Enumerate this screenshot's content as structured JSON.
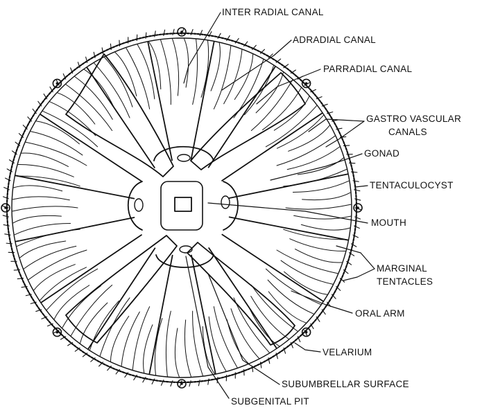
{
  "labels": {
    "inter_radial_canal": "INTER RADIAL CANAL",
    "adradial_canal": "ADRADIAL CANAL",
    "parradial_canal": "PARRADIAL CANAL",
    "gastro_vascular_line1": "GASTRO VASCULAR",
    "gastro_vascular_line2": "CANALS",
    "gonad": "GONAD",
    "tentaculocyst": "TENTACULOCYST",
    "mouth": "MOUTH",
    "marginal_line1": "MARGINAL",
    "marginal_line2": "TENTACLES",
    "oral_arm": "ORAL ARM",
    "velarium": "VELARIUM",
    "subumbrellar_surface": "SUBUMBRELLAR SURFACE",
    "subgenital_pit": "SUBGENITAL PIT"
  }
}
